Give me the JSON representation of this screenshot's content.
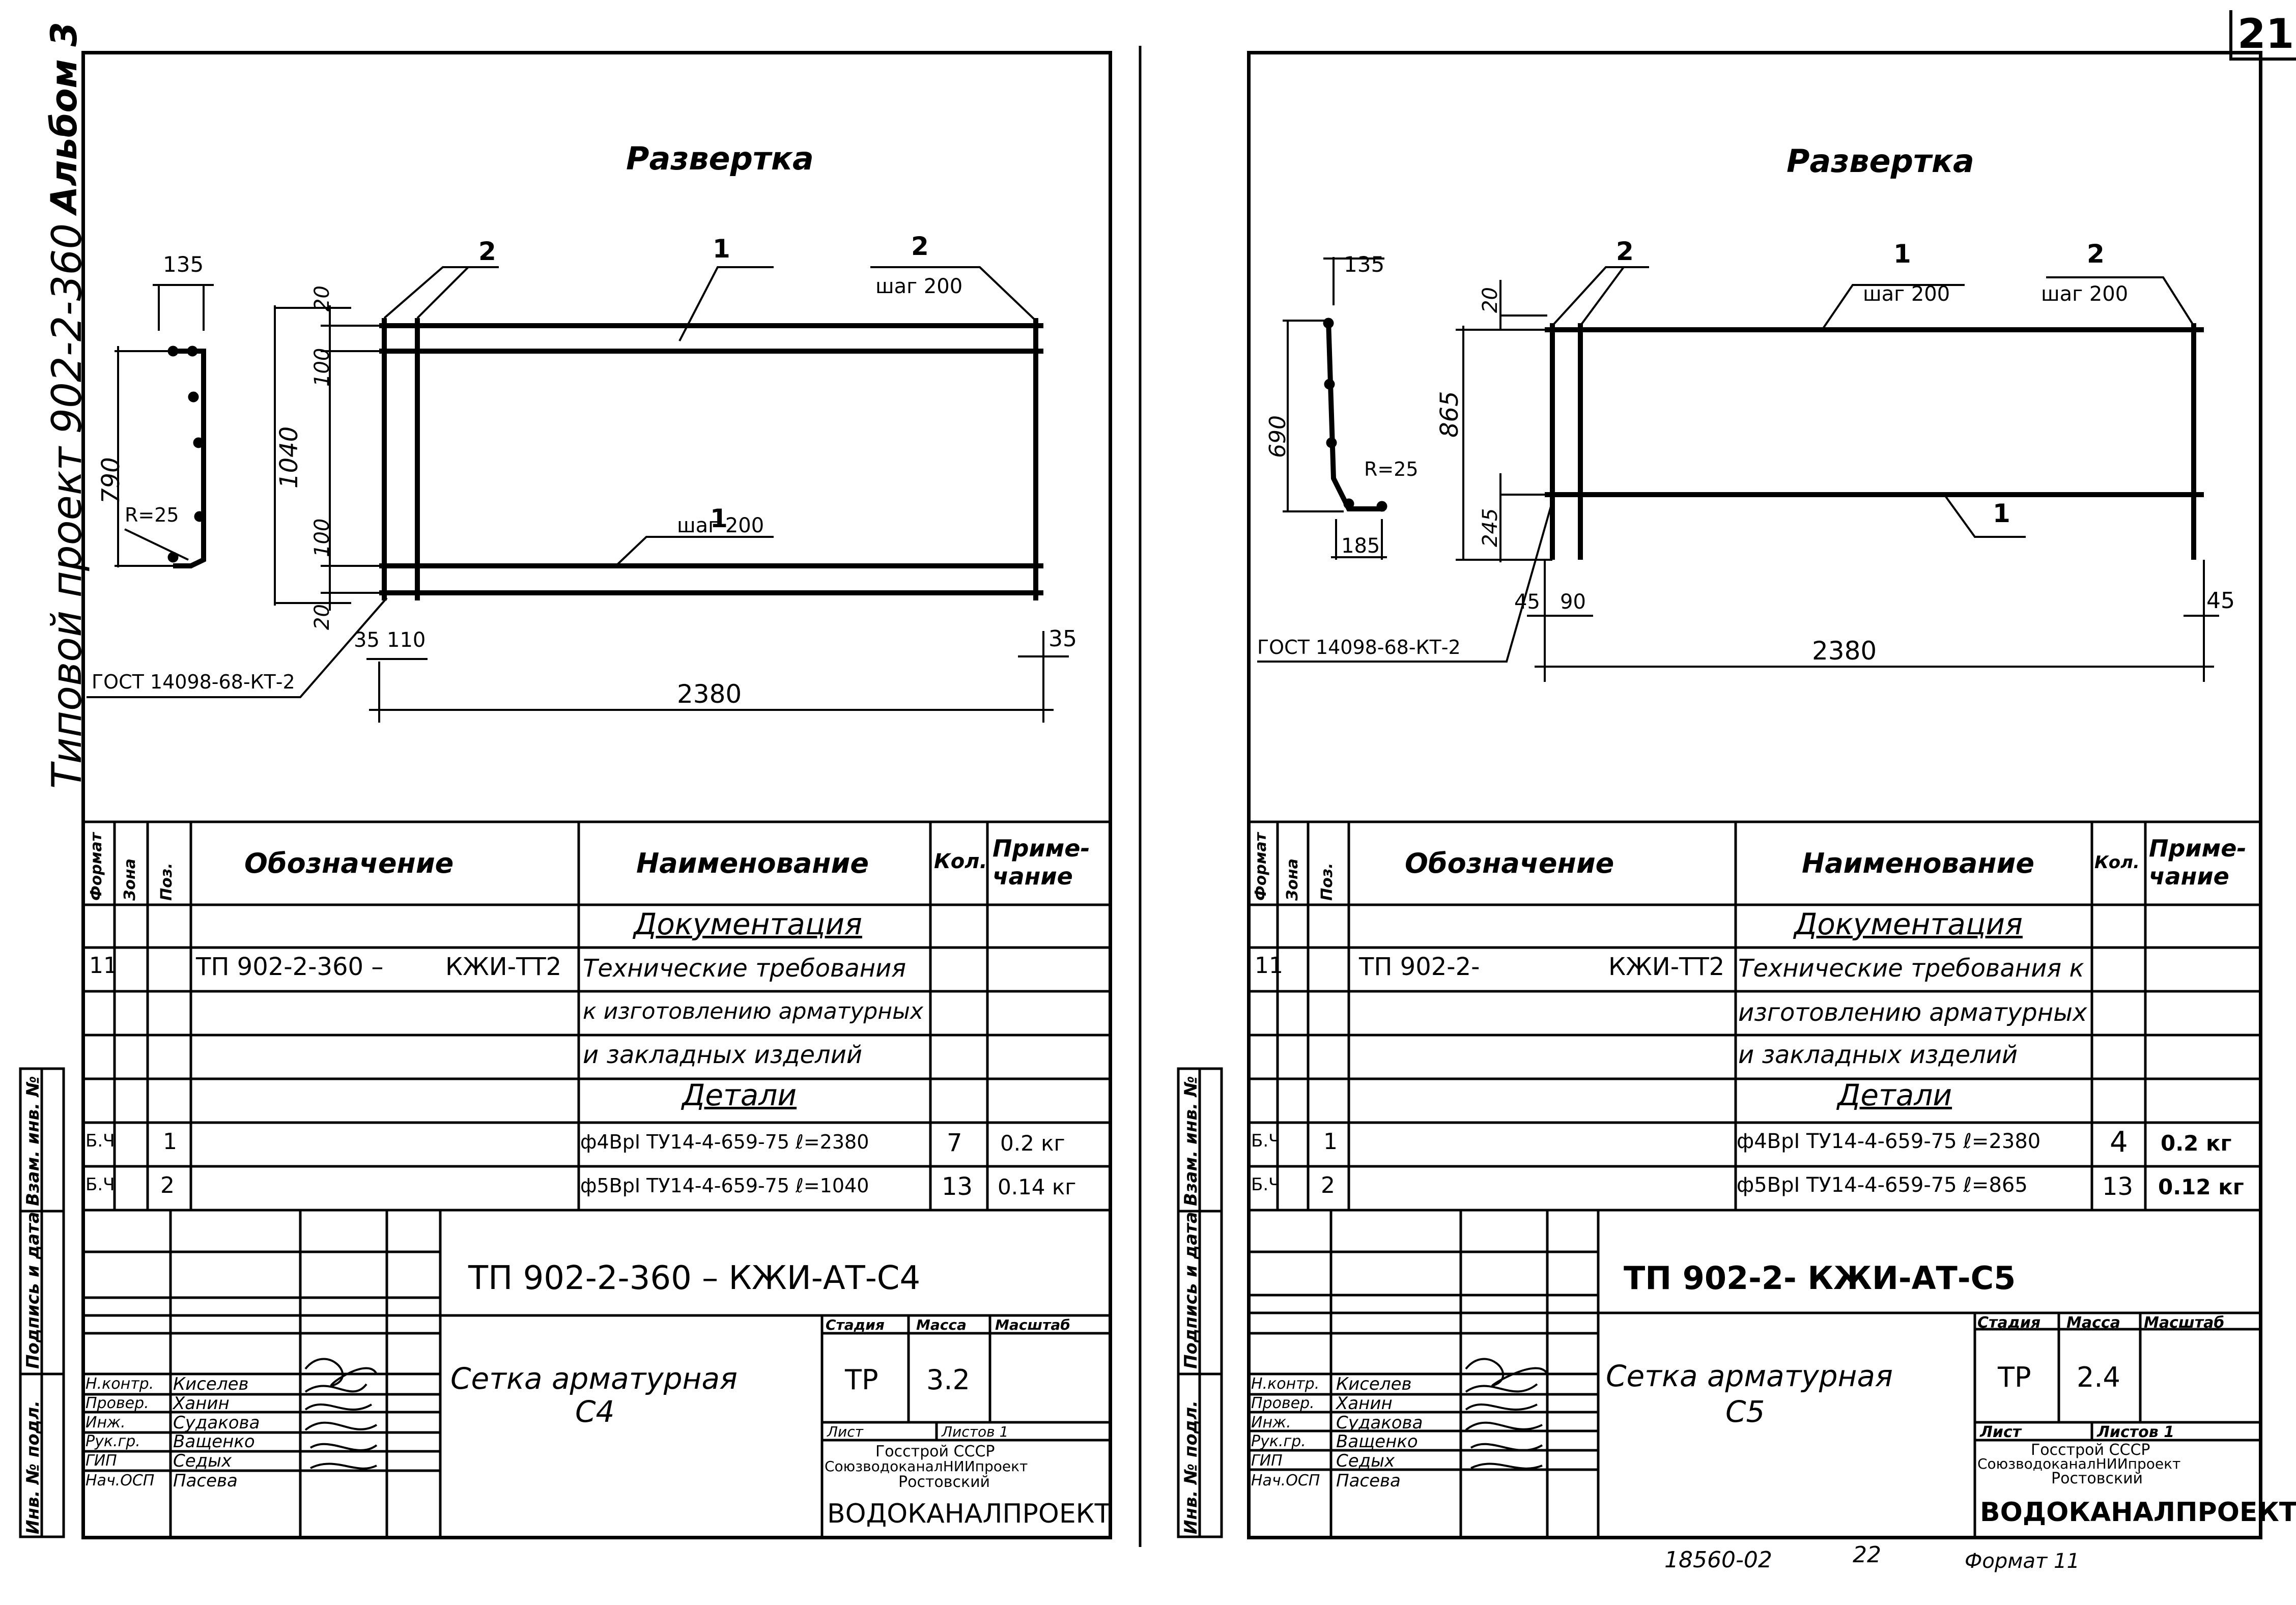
{
  "page": {
    "sheet_number": "21",
    "footer_code": "18560-02",
    "footer_page": "22",
    "footer_format": "Формат 11"
  },
  "margin": {
    "album": "Альбом 3",
    "project": "Типовой проект 902-2-360",
    "field_inv_vzam": "Взам. инв. №",
    "field_sign_date": "Подпись и дата",
    "field_inv_podl": "Инв. № подл."
  },
  "spec_headers": {
    "format": "Формат",
    "zone": "Зона",
    "pos": "Поз.",
    "designation": "Обозначение",
    "name": "Наименование",
    "qty": "Кол.",
    "note_1": "Приме-",
    "note_2": "чание"
  },
  "title_labels": {
    "stage": "Стадия",
    "mass": "Масса",
    "scale": "Масштаб",
    "sheet": "Лист",
    "sheets": "Листов 1",
    "org_1": "Госстрой СССР",
    "org_2": "СоюзводоканалНИИпроект",
    "org_3": "Ростовский",
    "org_main": "ВОДОКАНАЛПРОЕКТ",
    "roles": [
      "Н.контр.",
      "Провер.",
      "Инж.",
      "Рук.гр.",
      "ГИП",
      "Нач.ОСП"
    ],
    "roles_right": [
      "Н.контр.",
      "Провер.",
      "Инж.",
      "Рук.гр.",
      "ГИП",
      "Нач.ОСП"
    ],
    "names": [
      "Киселев",
      "Ханин",
      "Судакова",
      "Ващенко",
      "Седых",
      "Пасева"
    ]
  },
  "left": {
    "title": "Развертка",
    "dims": {
      "w135": "135",
      "h790": "790",
      "r25": "R=25",
      "d20a": "20",
      "d100a": "100",
      "d1040": "1040",
      "d100b": "100",
      "d20b": "20",
      "d35a": "35",
      "d110": "110",
      "d35b": "35",
      "d2380": "2380"
    },
    "leaders": {
      "pos2": "2",
      "pos1": "1",
      "pos2r": "2",
      "step_top": "шаг 200",
      "pos1b": "1",
      "step_bottom": "шаг 200"
    },
    "gost": "ГОСТ 14098-68-КТ-2",
    "spec": {
      "sec_docs": "Документация",
      "doc_format": "11",
      "doc_code": "ТП 902-2-360 –",
      "doc_code2": "КЖИ-ТТ2",
      "doc_name_1": "Технические требования",
      "doc_name_2": "к изготовлению арматурных",
      "doc_name_3": "и закладных изделий",
      "sec_parts": "Детали",
      "rows": [
        {
          "format": "Б.Ч",
          "pos": "1",
          "name": "ф4ВрI ТУ14-4-659-75  ℓ=2380",
          "qty": "7",
          "note": "0.2 кг"
        },
        {
          "format": "Б.Ч",
          "pos": "2",
          "name": "ф5ВрI ТУ14-4-659-75  ℓ=1040",
          "qty": "13",
          "note": "0.14 кг"
        }
      ]
    },
    "title_block": {
      "code": "ТП  902-2-360 –   КЖИ-АТ-С4",
      "item_1": "Сетка   арматурная",
      "item_2": "С4",
      "stage": "ТР",
      "mass": "3.2"
    }
  },
  "right": {
    "title": "Развертка",
    "dims": {
      "w135": "135",
      "h690": "690",
      "r25": "R=25",
      "w185": "185",
      "d20": "20",
      "d865": "865",
      "d245": "245",
      "d45a": "45",
      "d90": "90",
      "d45b": "45",
      "d2380": "2380"
    },
    "leaders": {
      "pos2": "2",
      "pos1": "1",
      "step_1": "шаг 200",
      "pos2r": "2",
      "step_2": "шаг 200",
      "pos1b": "1"
    },
    "gost": "ГОСТ 14098-68-КТ-2",
    "spec": {
      "sec_docs": "Документация",
      "doc_format": "11",
      "doc_code": "ТП 902-2-",
      "doc_code2": "КЖИ-ТТ2",
      "doc_name_1": "Технические требования к",
      "doc_name_2": "изготовлению арматурных",
      "doc_name_3": "и закладных изделий",
      "sec_parts": "Детали",
      "rows": [
        {
          "format": "Б.Ч",
          "pos": "1",
          "name": "ф4ВрI ТУ14-4-659-75  ℓ=2380",
          "qty": "4",
          "note": "0.2 кг"
        },
        {
          "format": "Б.Ч",
          "pos": "2",
          "name": "ф5ВрI ТУ14-4-659-75  ℓ=865",
          "qty": "13",
          "note": "0.12 кг"
        }
      ]
    },
    "title_block": {
      "code": "ТП  902-2-             КЖИ-АТ-С5",
      "item_1": "Сетка  арматурная",
      "item_2": "С5",
      "stage": "ТР",
      "mass": "2.4"
    }
  }
}
